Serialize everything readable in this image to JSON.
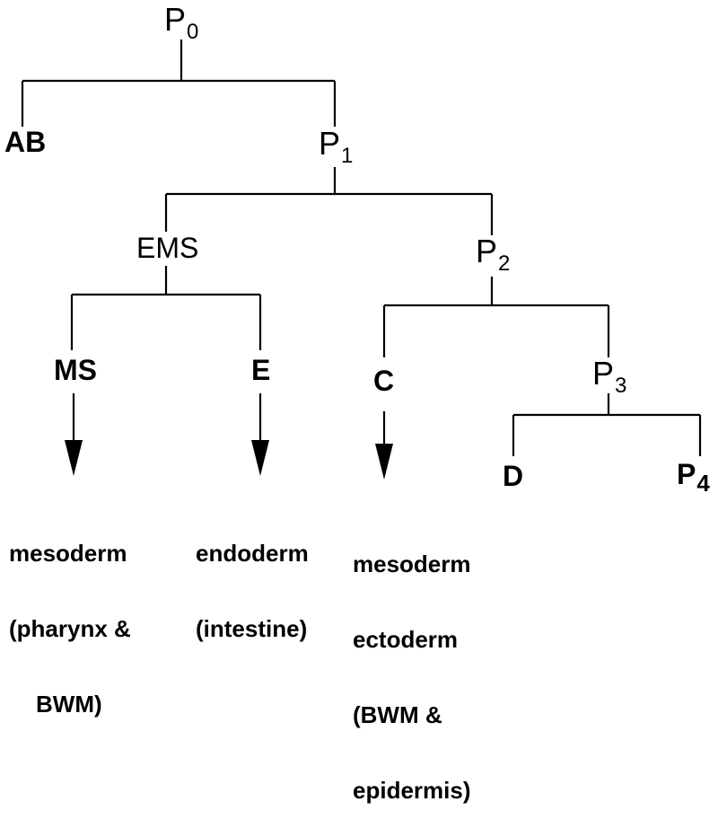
{
  "cells": {
    "p0": {
      "base": "P",
      "sub": "0"
    },
    "ab": {
      "text": "AB"
    },
    "p1": {
      "base": "P",
      "sub": "1"
    },
    "ems": {
      "text": "EMS"
    },
    "p2": {
      "base": "P",
      "sub": "2"
    },
    "ms": {
      "text": "MS"
    },
    "e": {
      "text": "E"
    },
    "c": {
      "text": "C"
    },
    "p3": {
      "base": "P",
      "sub": "3"
    },
    "d": {
      "text": "D"
    },
    "p4": {
      "base": "P",
      "sub": "4"
    }
  },
  "fates": {
    "ms": [
      "mesoderm",
      "(pharynx &",
      "BWM)"
    ],
    "e": [
      "endoderm",
      "(intestine)"
    ],
    "c": [
      "mesoderm",
      "ectoderm",
      "(BWM &",
      "epidermis)"
    ]
  }
}
